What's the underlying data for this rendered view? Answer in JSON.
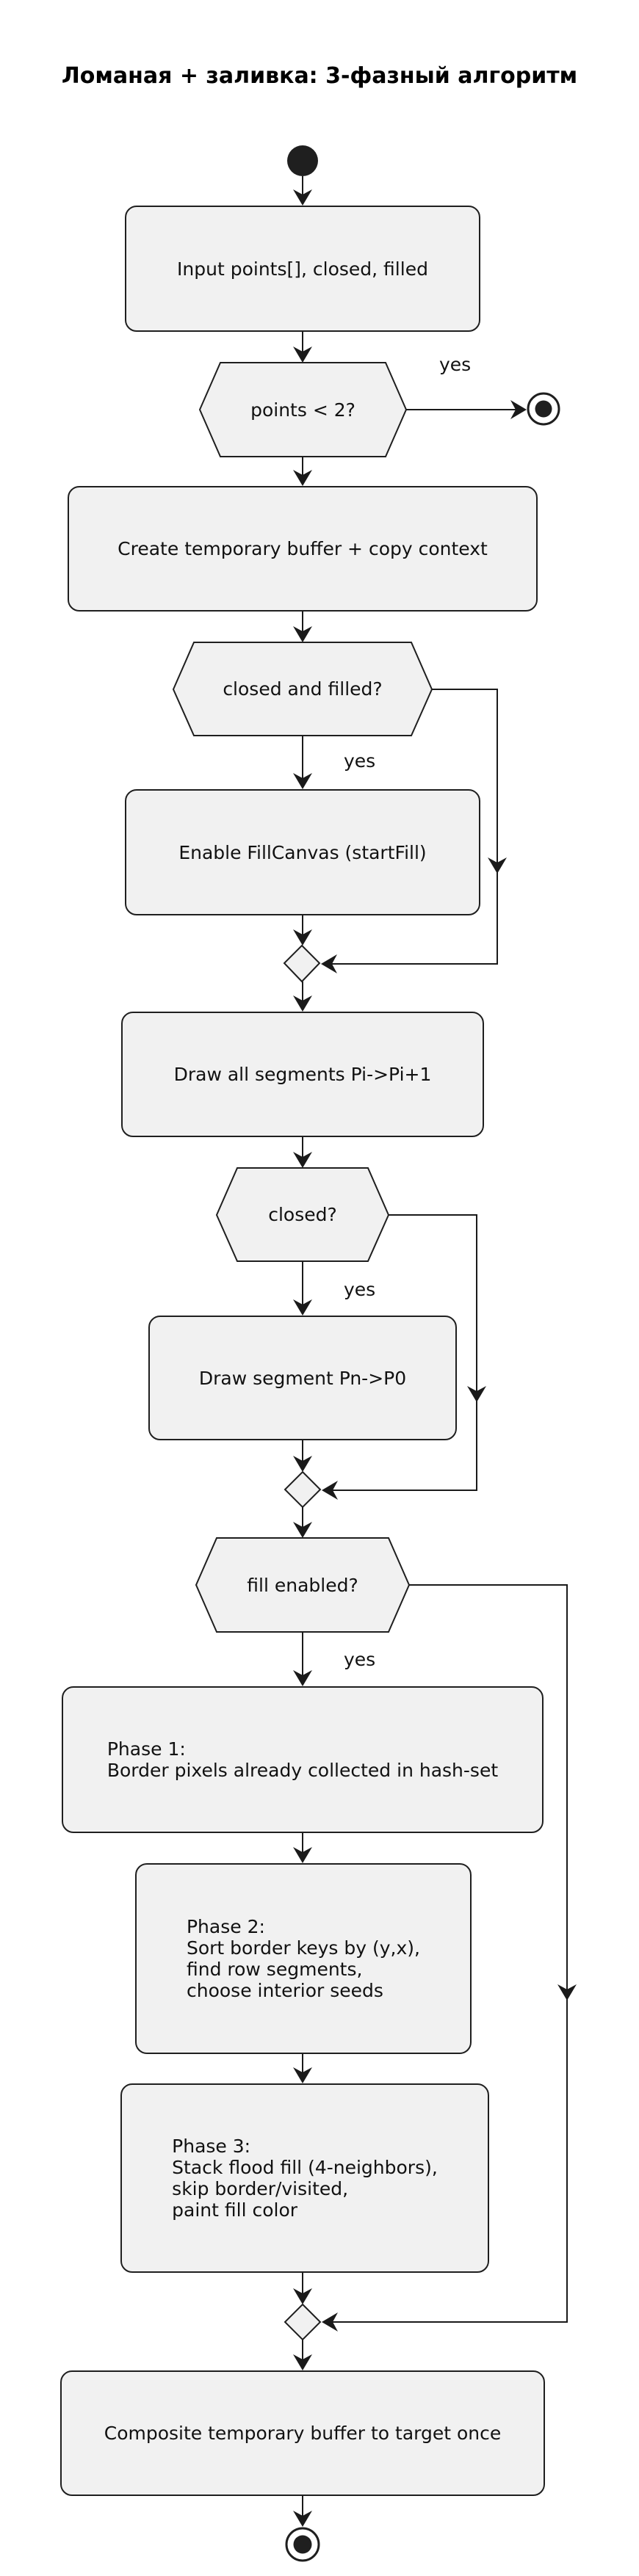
{
  "title": "Ломаная + заливка: 3-фазный алгоритм",
  "labels": {
    "yes": "yes"
  },
  "nodes": {
    "input": {
      "text": "Input points[], closed, filled"
    },
    "points_check": {
      "text": "points < 2?"
    },
    "create_buffer": {
      "text": "Create temporary buffer + copy context"
    },
    "closed_filled_check": {
      "text": "closed and filled?"
    },
    "enable_fill": {
      "text": "Enable FillCanvas (startFill)"
    },
    "draw_segments": {
      "text": "Draw all segments Pi->Pi+1"
    },
    "closed_check": {
      "text": "closed?"
    },
    "draw_closing_segment": {
      "text": "Draw segment Pn->P0"
    },
    "fill_enabled_check": {
      "text": "fill enabled?"
    },
    "phase1": {
      "text": "Phase 1:\nBorder pixels already collected in hash-set"
    },
    "phase2": {
      "text": "Phase 2:\nSort border keys by (y,x),\nfind row segments,\nchoose interior seeds"
    },
    "phase3": {
      "text": "Phase 3:\nStack flood fill (4-neighbors),\nskip border/visited,\npaint fill color"
    },
    "composite": {
      "text": "Composite temporary buffer to target once"
    }
  },
  "colors": {
    "node_fill": "#f1f1f1",
    "node_border": "#1f1f1f",
    "edge": "#1a1a1a",
    "background": "#ffffff",
    "text": "#111111"
  }
}
